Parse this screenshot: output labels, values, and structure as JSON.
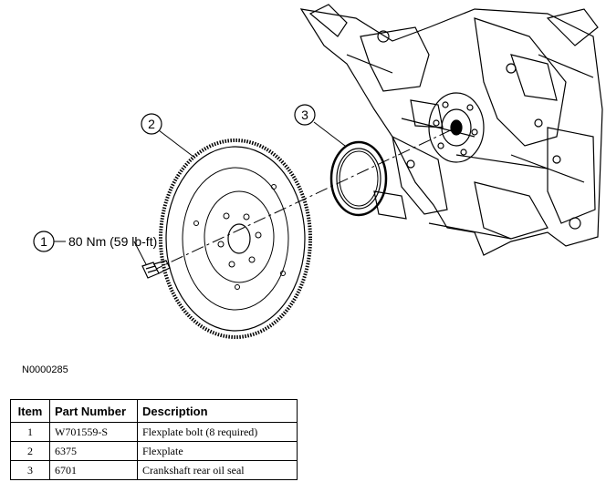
{
  "callouts": [
    {
      "number": "1",
      "label": "80 Nm (59 lb-ft)"
    },
    {
      "number": "2",
      "label": ""
    },
    {
      "number": "3",
      "label": ""
    }
  ],
  "figure_id": "N0000285",
  "table": {
    "headers": [
      "Item",
      "Part Number",
      "Description"
    ],
    "rows": [
      {
        "item": "1",
        "part_number": "W701559-S",
        "description": "Flexplate bolt (8 required)"
      },
      {
        "item": "2",
        "part_number": "6375",
        "description": "Flexplate"
      },
      {
        "item": "3",
        "part_number": "6701",
        "description": "Crankshaft rear oil seal"
      }
    ]
  }
}
